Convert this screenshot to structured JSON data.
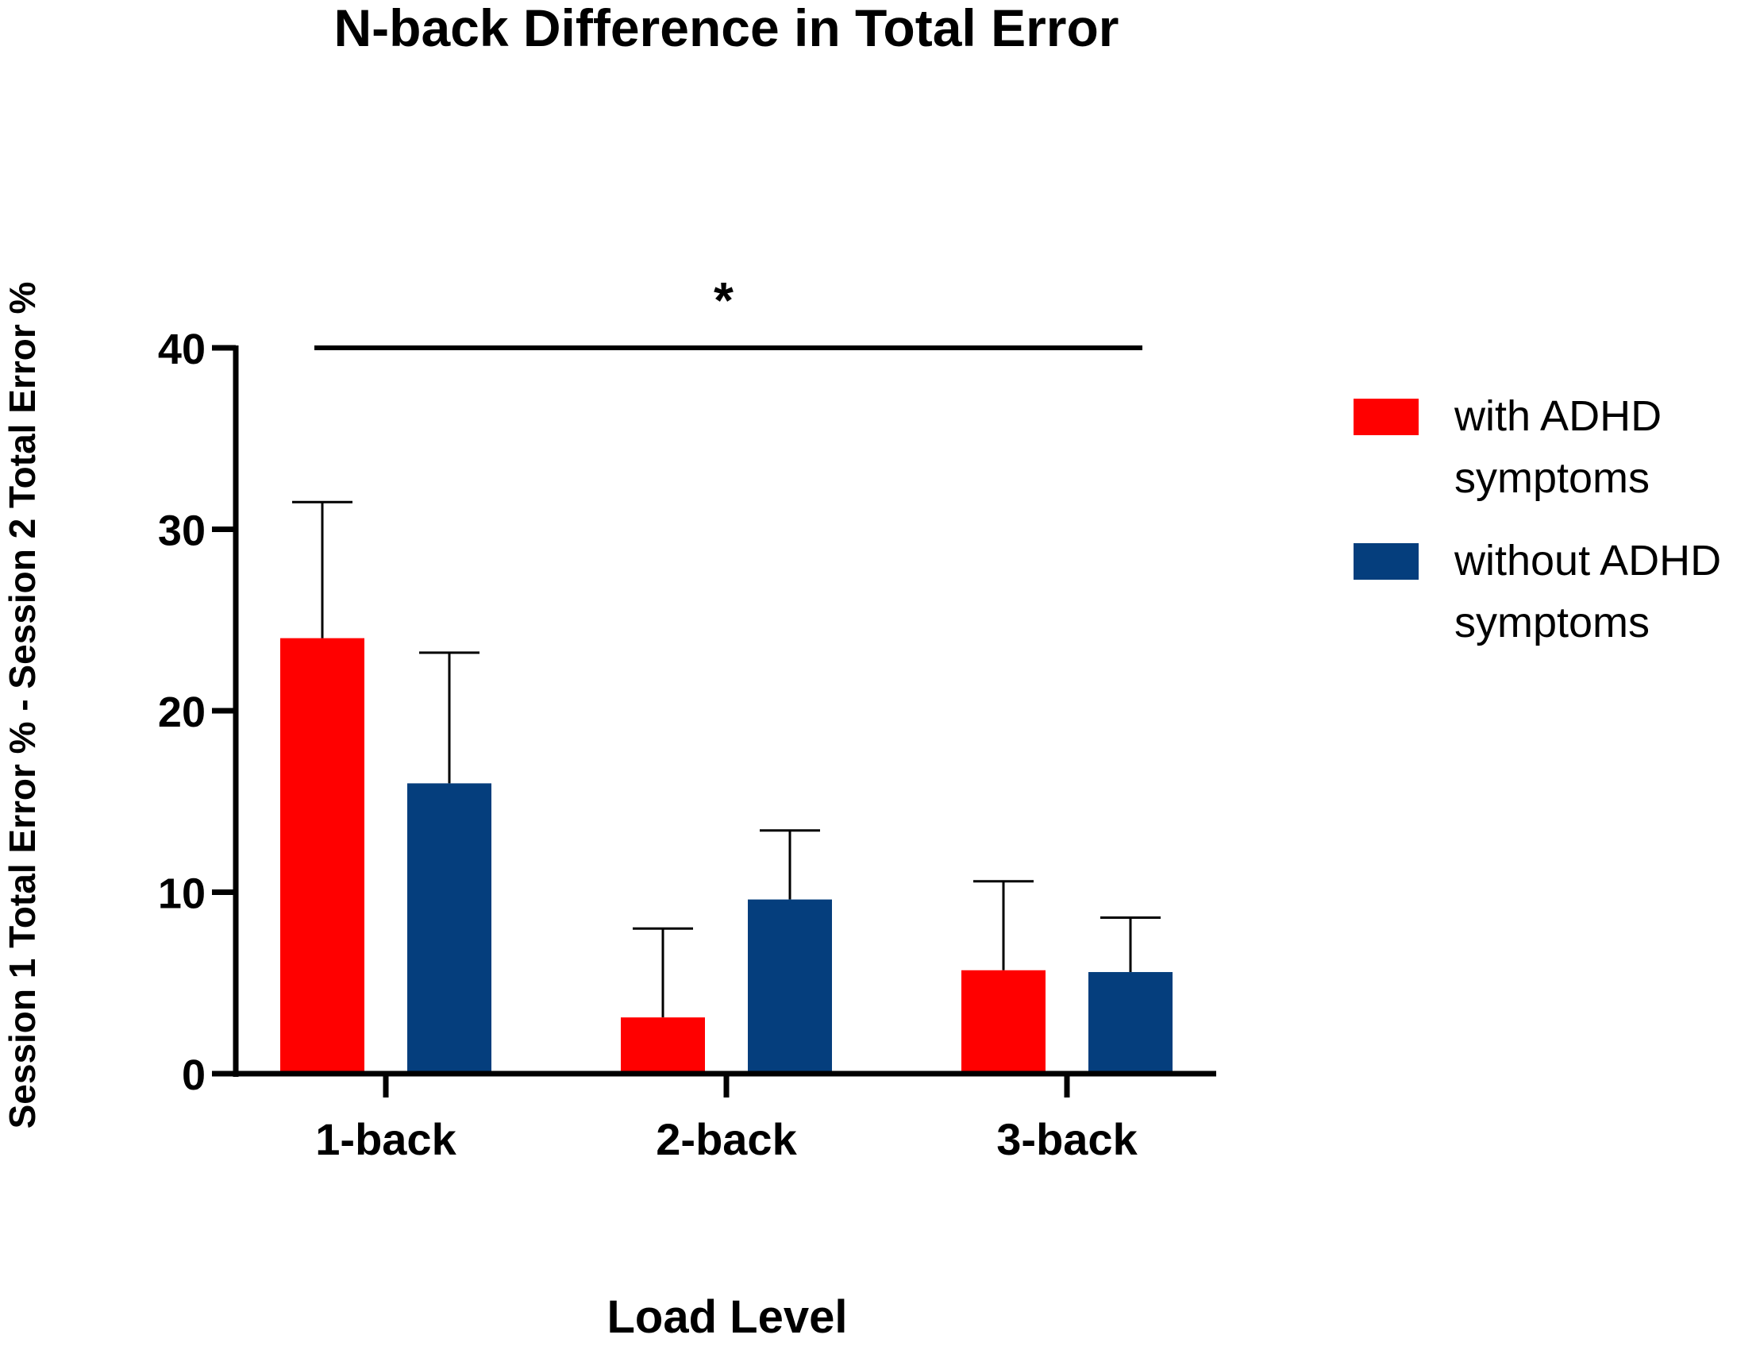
{
  "chart_data": {
    "type": "bar",
    "title": "N-back Difference in Total Error",
    "xlabel": "Load Level",
    "ylabel": "Session 1 Total Error % -  Session 2 Total Error %",
    "categories": [
      "1-back",
      "2-back",
      "3-back"
    ],
    "series": [
      {
        "name": "with ADHD symptoms",
        "legend_lines": [
          "with ADHD",
          "symptoms"
        ],
        "color": "#ff0000",
        "values": [
          24.0,
          3.1,
          5.7
        ],
        "error": [
          7.5,
          4.9,
          4.9
        ]
      },
      {
        "name": "without ADHD symptoms",
        "legend_lines": [
          "without ADHD",
          "symptoms"
        ],
        "color": "#053e7d",
        "values": [
          16.0,
          9.6,
          5.6
        ],
        "error": [
          7.2,
          3.8,
          3.0
        ]
      }
    ],
    "ylim": [
      0,
      40
    ],
    "yticks": [
      "0",
      "10",
      "20",
      "30",
      "40"
    ],
    "significance": {
      "label": "*",
      "from_category": "1-back",
      "to_category": "3-back",
      "y": 40
    },
    "grid": false,
    "legend_position": "right"
  }
}
